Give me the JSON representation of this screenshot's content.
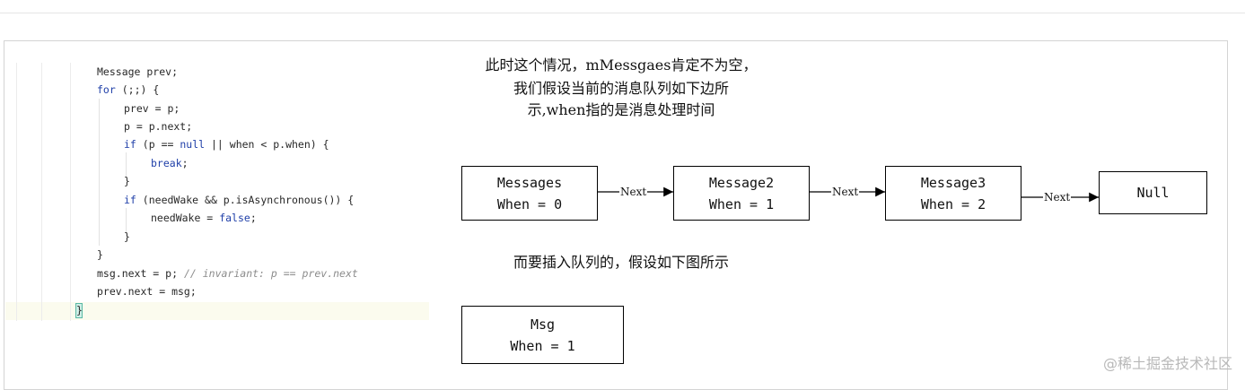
{
  "code": {
    "lines": [
      "Message prev;",
      "for",
      "(;;) {",
      "prev = p;",
      "p = p.next;",
      "if",
      "(p ==",
      "null",
      "|| when < p.when) {",
      "break",
      ";",
      "}",
      "if",
      "(needWake && p.isAsynchronous()) {",
      "needWake =",
      "false",
      ";",
      "}",
      "}",
      "msg.next = p;",
      "// invariant: p == prev.next",
      "prev.next = msg;",
      "}"
    ]
  },
  "captions": {
    "intro_line1": "此时这个情况，mMessgaes肯定不为空，",
    "intro_line2": "我们假设当前的消息队列如下边所",
    "intro_line3": "示,when指的是消息处理时间",
    "insert_text": "而要插入队列的，假设如下图所示"
  },
  "nodes": {
    "n1": {
      "name": "Messages",
      "when": "When = 0"
    },
    "n2": {
      "name": "Message2",
      "when": "When = 1"
    },
    "n3": {
      "name": "Message3",
      "when": "When = 2"
    },
    "n4": {
      "name": "Null"
    },
    "msg": {
      "name": "Msg",
      "when": "When = 1"
    }
  },
  "edges": {
    "label": "Next"
  },
  "watermark": "@稀土掘金技术社区",
  "colors": {
    "keyword": "#1f3fa8",
    "comment": "#8c8c8c",
    "caret_row": "#fbfbee",
    "cursor_fill": "#cfeee6"
  }
}
